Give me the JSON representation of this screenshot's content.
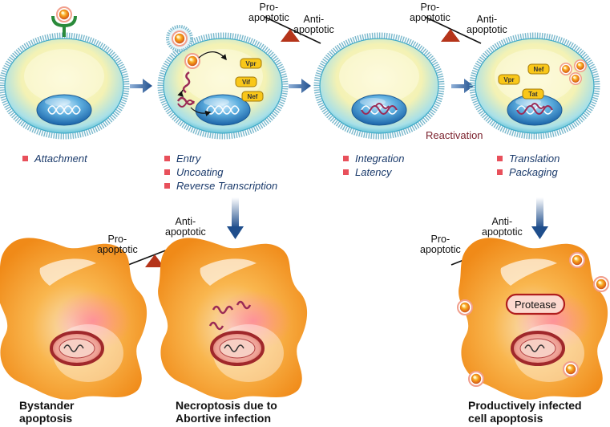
{
  "stages": [
    {
      "id": "attachment",
      "steps": [
        "Attachment"
      ]
    },
    {
      "id": "entry",
      "steps": [
        "Entry",
        "Uncoating",
        "Reverse Transcription"
      ]
    },
    {
      "id": "integration",
      "steps": [
        "Integration",
        "Latency"
      ]
    },
    {
      "id": "translation",
      "steps": [
        "Translation",
        "Packaging"
      ]
    }
  ],
  "proteins": {
    "cell2": [
      "Vpr",
      "Vif",
      "Nef"
    ],
    "cell4": [
      "Nef",
      "Vpr",
      "Tat"
    ]
  },
  "reactivation": "Reactivation",
  "balance": {
    "pro_line1": "Pro-",
    "pro_line2": "apoptotic",
    "anti_line1": "Anti-",
    "anti_line2": "apoptotic"
  },
  "protease": "Protease",
  "outcomes": [
    {
      "line1": "Bystander",
      "line2": "apoptosis"
    },
    {
      "line1": "Necroptosis due to",
      "line2": "Abortive infection"
    },
    {
      "line1": "Productively infected",
      "line2": "cell apoptosis"
    }
  ],
  "colors": {
    "bullet": "#e8505b",
    "label": "#1a3a6b",
    "arrow": "#1f4e8c",
    "fulcrum": "#b5341a",
    "rna": "#9b2a55",
    "receptor": "#2a8a3a",
    "cell_fill": "#f8f5c0",
    "membrane": "#63c7dc",
    "nucleus": "#2a7fbf",
    "protein_fill": "#f9c719",
    "dying_cell": "#f6a21a",
    "reactivation": "#7a1f2b"
  }
}
